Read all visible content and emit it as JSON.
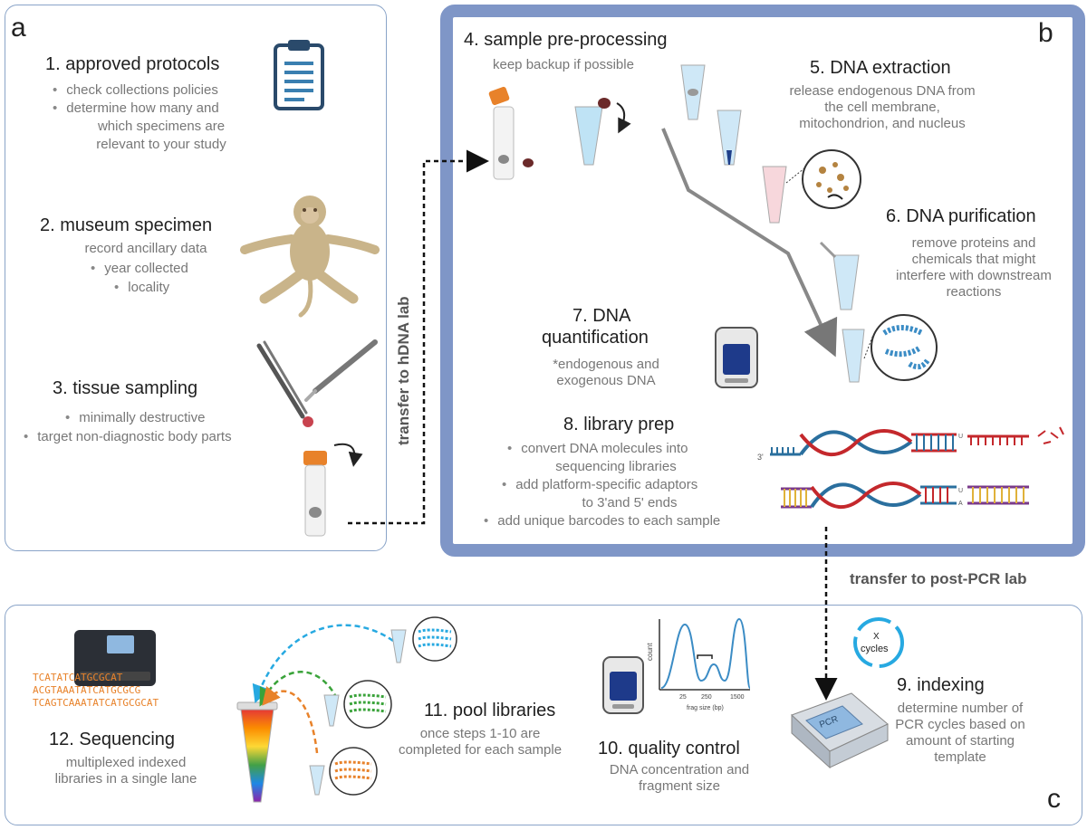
{
  "panels": {
    "a": {
      "letter": "a",
      "steps": [
        {
          "title": "1. approved protocols",
          "bullets": [
            "check collections policies",
            "determine how many and",
            "which specimens are",
            "relevant to your study"
          ]
        },
        {
          "title": "2. museum specimen",
          "lines": [
            "record ancillary data"
          ],
          "bullets": [
            "year collected",
            "locality"
          ]
        },
        {
          "title": "3. tissue sampling",
          "bullets": [
            "minimally destructive",
            "target non-diagnostic body parts"
          ]
        }
      ]
    },
    "b": {
      "letter": "b",
      "step4": {
        "title": "4. sample pre-processing",
        "sub": "keep backup if possible"
      },
      "step5": {
        "title": "5. DNA extraction",
        "sub": [
          "release endogenous DNA from",
          "the cell membrane,",
          "mitochondrion, and nucleus"
        ]
      },
      "step6": {
        "title": "6. DNA purification",
        "sub": [
          "remove proteins and",
          "chemicals that might",
          "interfere with downstream",
          "reactions"
        ]
      },
      "step7": {
        "title": [
          "7. DNA",
          "quantification"
        ],
        "sub": [
          "*endogenous and",
          "exogenous DNA"
        ]
      },
      "step8": {
        "title": "8. library prep",
        "bullets": [
          "convert DNA molecules into",
          "sequencing libraries",
          "add platform-specific adaptors",
          "to 3'and 5' ends",
          "add unique barcodes to each sample"
        ]
      },
      "dna_labels": {
        "three_prime": "3'",
        "u_top": "U",
        "u_bottom": "U",
        "a_bottom": "A"
      }
    },
    "c": {
      "letter": "c",
      "step9": {
        "title": "9. indexing",
        "sub": [
          "determine number of",
          "PCR cycles based on",
          "amount of starting",
          "template"
        ],
        "cycles_label": [
          "X",
          "cycles"
        ],
        "machine_label": "PCR"
      },
      "step10": {
        "title": "10. quality control",
        "sub": [
          "DNA concentration and",
          "fragment size"
        ],
        "chart": {
          "ylabel": "count",
          "xlabel": "frag size (bp)",
          "ticks": [
            "25",
            "250",
            "1500"
          ]
        }
      },
      "step11": {
        "title": "11. pool libraries",
        "sub": [
          "once steps 1-10 are",
          "completed for each sample"
        ]
      },
      "step12": {
        "title": "12. Sequencing",
        "sub": [
          "multiplexed indexed",
          "libraries in a single lane"
        ],
        "seq_text": [
          "TCATATCATGCGCAT",
          "ACGTAAATATCATGCGCG",
          "TCAGTCAAATATCATGCGCAT"
        ]
      }
    }
  },
  "transfers": {
    "hdna": "transfer to hDNA lab",
    "postpcr": "transfer to post-PCR lab"
  },
  "colors": {
    "panel_border": "#8aa4c8",
    "panel_b_border": "#7f96c7",
    "dna_blue": "#2a6f9e",
    "dna_red": "#c4282c",
    "arrow_blue": "#27a9e1",
    "arrow_green": "#3aa33a",
    "arrow_orange": "#e8822a"
  }
}
